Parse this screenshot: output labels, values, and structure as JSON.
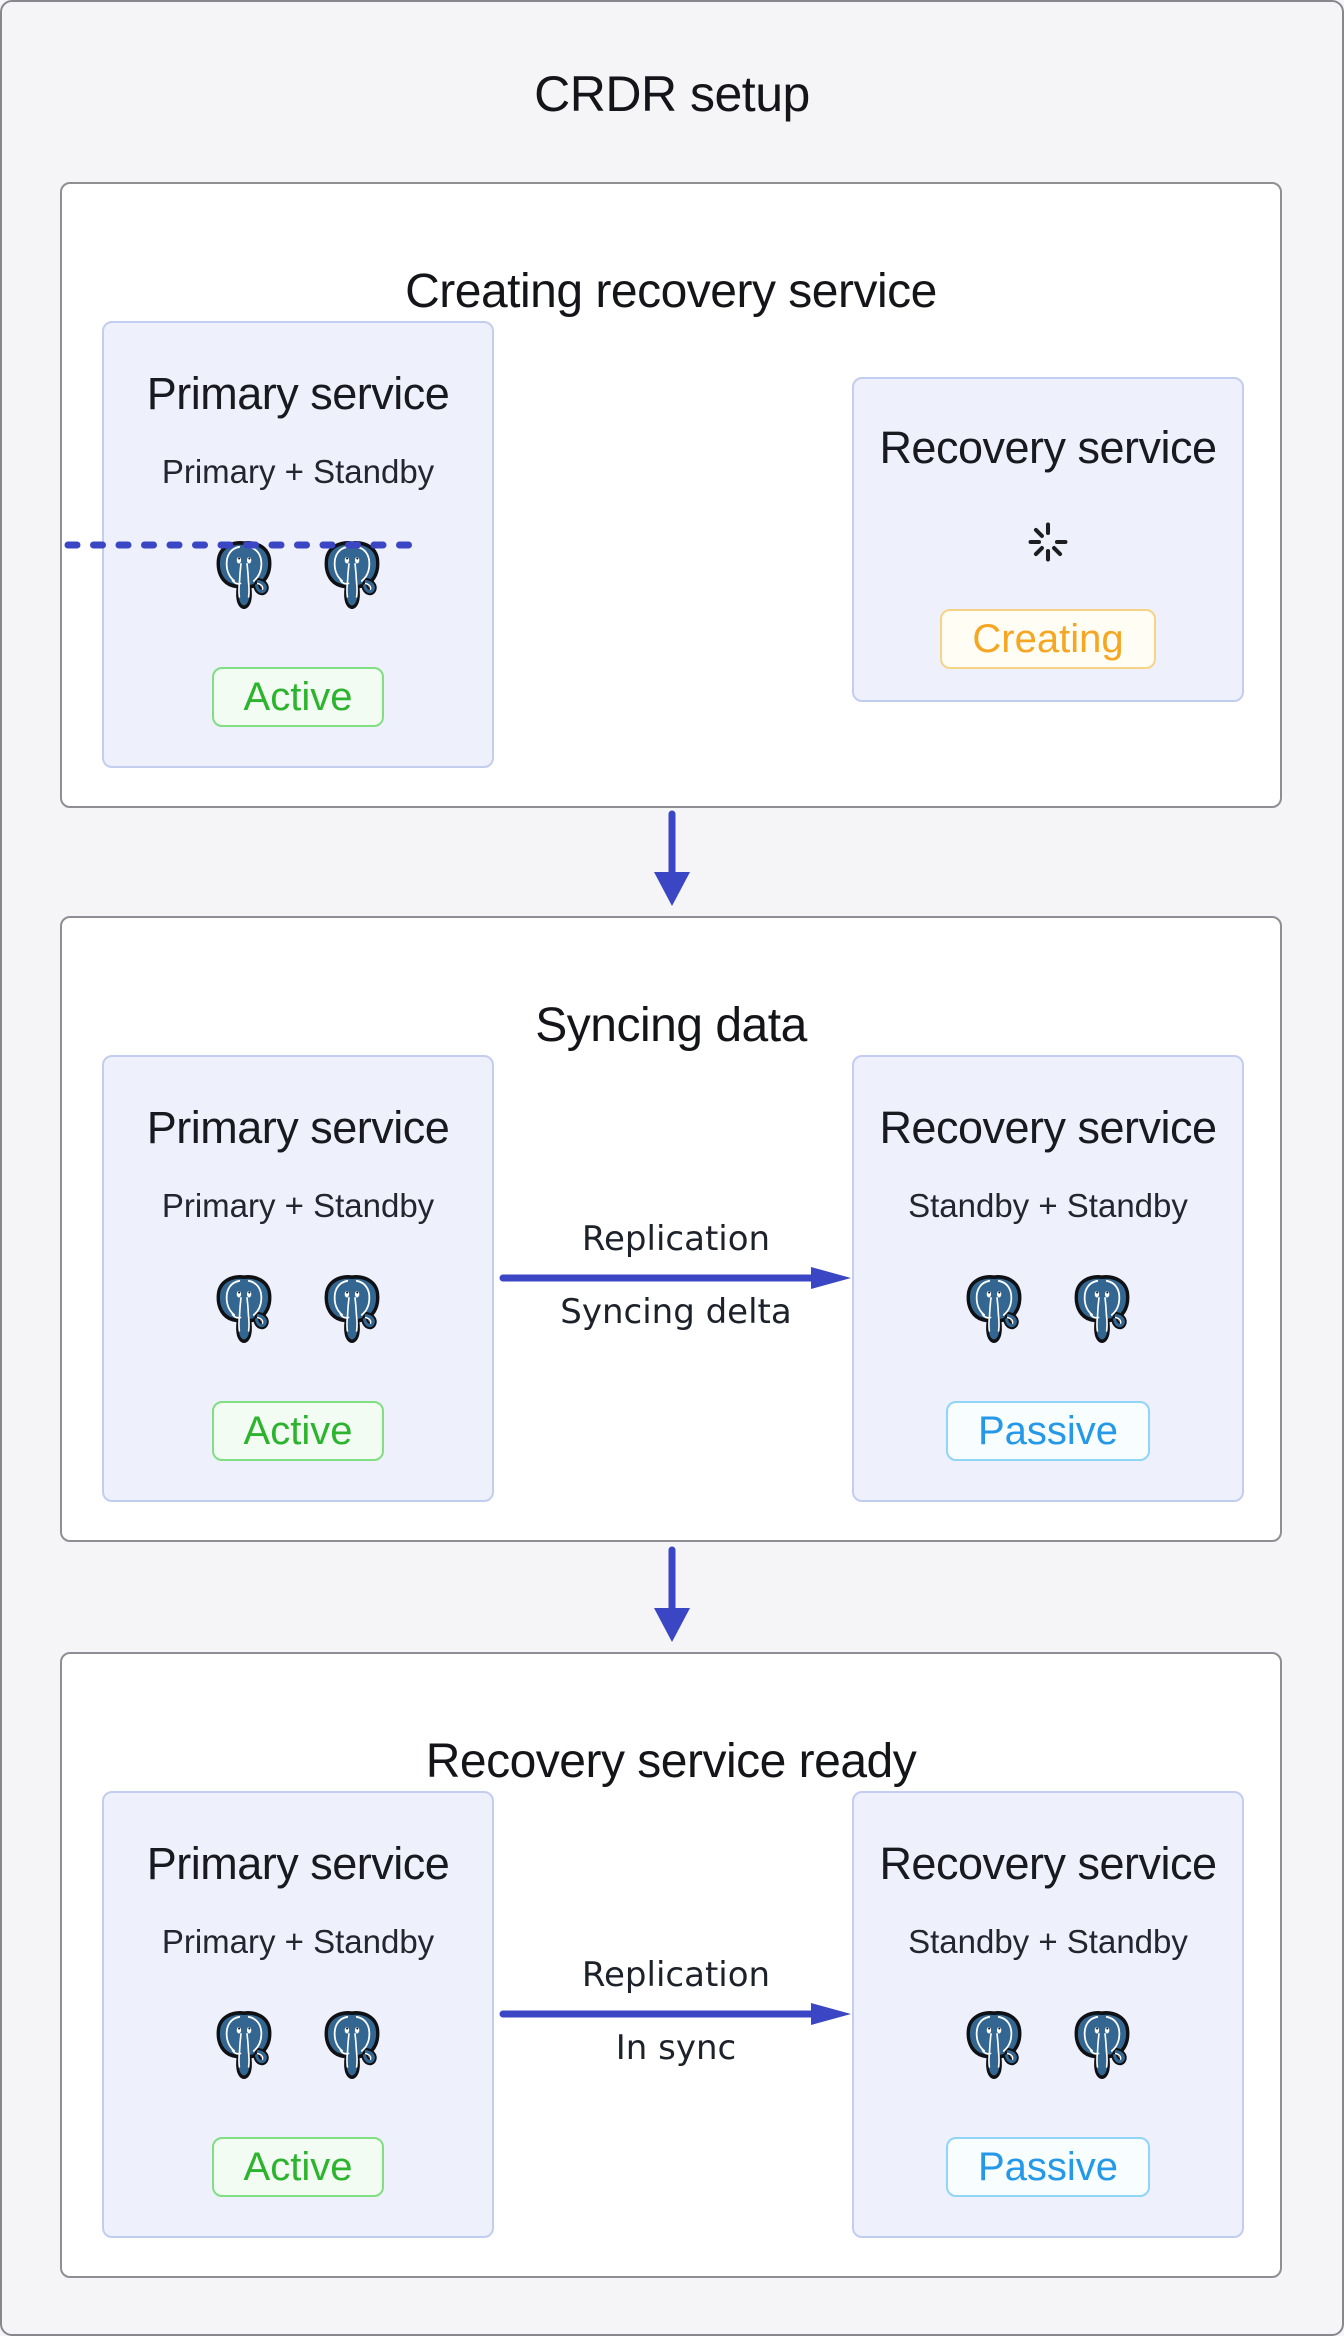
{
  "page": {
    "title": "CRDR setup"
  },
  "colors": {
    "page_background": "#f5f5f7",
    "stage_background": "#ffffff",
    "stage_border": "#8e8e93",
    "card_background": "#eef1fb",
    "card_border": "#c3cdf0",
    "accent_blue": "#3a46c4",
    "postgres_blue": "#336791",
    "active_green": "#2db42e",
    "creating_orange": "#f5a623",
    "passive_blue": "#2598e8"
  },
  "icons": {
    "database_instance": "postgresql-elephant-icon",
    "provisioning": "loading-spinner-icon"
  },
  "stages": [
    {
      "header": "Creating recovery service",
      "primary": {
        "title": "Primary service",
        "subtitle": "Primary + Standby",
        "badge": "Active",
        "instances": 2
      },
      "recovery": {
        "title": "Recovery service",
        "badge": "Creating"
      },
      "connector": {
        "style": "dashed-line"
      }
    },
    {
      "header": "Syncing data",
      "primary": {
        "title": "Primary service",
        "subtitle": "Primary + Standby",
        "badge": "Active",
        "instances": 2
      },
      "recovery": {
        "title": "Recovery service",
        "subtitle": "Standby + Standby",
        "badge": "Passive",
        "instances": 2
      },
      "connector": {
        "style": "solid-arrow",
        "label_top": "Replication",
        "label_bottom": "Syncing delta"
      }
    },
    {
      "header": "Recovery service ready",
      "primary": {
        "title": "Primary service",
        "subtitle": "Primary + Standby",
        "badge": "Active",
        "instances": 2
      },
      "recovery": {
        "title": "Recovery service",
        "subtitle": "Standby + Standby",
        "badge": "Passive",
        "instances": 2
      },
      "connector": {
        "style": "solid-arrow",
        "label_top": "Replication",
        "label_bottom": "In sync"
      }
    }
  ]
}
